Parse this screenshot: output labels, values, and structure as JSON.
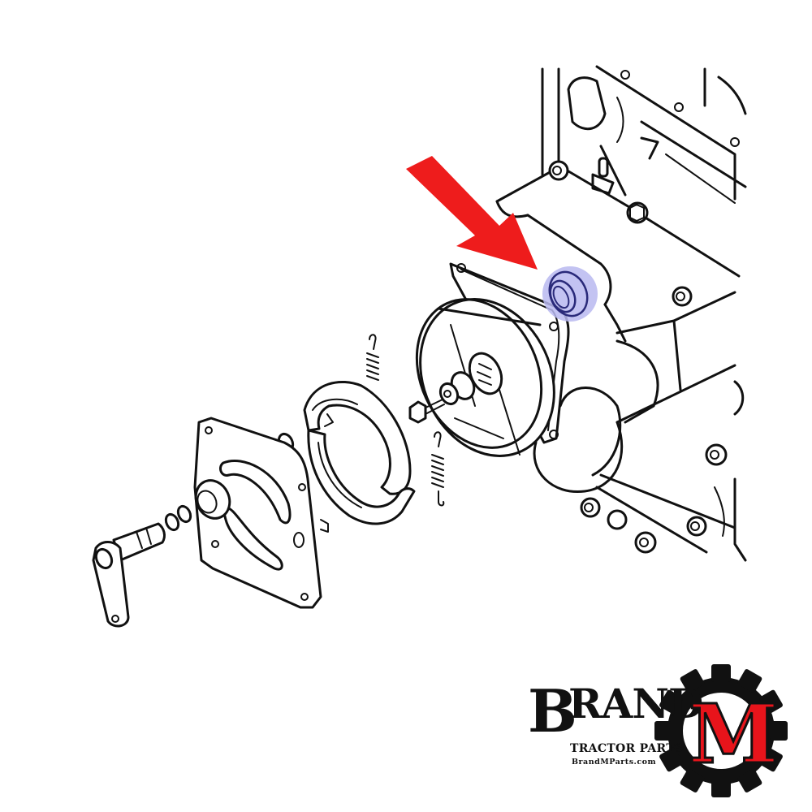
{
  "diagram": {
    "type": "exploded-parts-diagram",
    "subject": "Tractor rear brake assembly and housing",
    "parts": [
      {
        "id": "brake-lever-shaft",
        "label": "Brake lever / camshaft"
      },
      {
        "id": "o-rings",
        "label": "O-rings (2)"
      },
      {
        "id": "backing-plate",
        "label": "Brake backing plate"
      },
      {
        "id": "circlip",
        "label": "Snap ring"
      },
      {
        "id": "brake-shoes",
        "label": "Brake shoes"
      },
      {
        "id": "return-springs",
        "label": "Return springs (2)"
      },
      {
        "id": "bolt",
        "label": "Bolt"
      },
      {
        "id": "brake-drum",
        "label": "Brake drum"
      },
      {
        "id": "gasket",
        "label": "Gasket"
      },
      {
        "id": "oil-seal",
        "label": "Oil seal"
      },
      {
        "id": "transmission-housing",
        "label": "Transmission housing"
      }
    ],
    "highlighted_part": "oil-seal",
    "annotation": {
      "type": "arrow",
      "color": "#ee1c1c",
      "points_to": "oil-seal"
    },
    "highlight_color": "#b9b9f0"
  },
  "logo": {
    "brand_first": "B",
    "brand_rest": "RAND",
    "brand_letter": "M",
    "tagline": "TRACTOR PARTS",
    "url": "BrandMParts.com",
    "accent": "#e8141b",
    "gear_color": "#111111"
  }
}
